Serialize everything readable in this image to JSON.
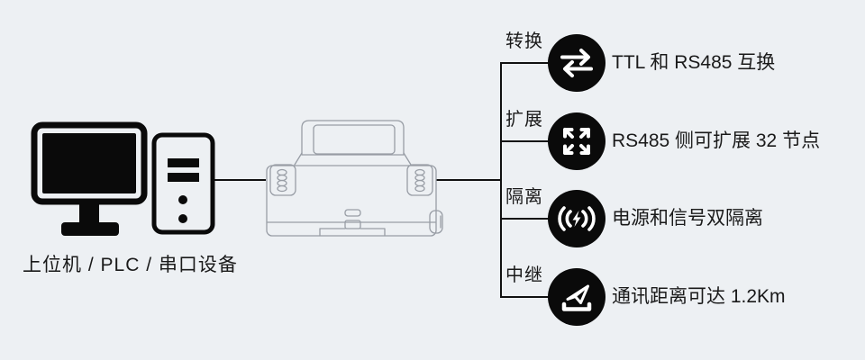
{
  "colors": {
    "background": "#edf0f3",
    "ink": "#1a1a1a",
    "connector_line": "#111111",
    "device_outline": "#989da5",
    "icon_background": "#0a0a0a",
    "icon_foreground": "#ffffff"
  },
  "source": {
    "label": "上位机 / PLC / 串口设备",
    "icon": "desktop-computer-icon"
  },
  "device": {
    "icon": "din-rail-converter-illustration"
  },
  "features": [
    {
      "tag": "转换",
      "icon": "swap-horizontal-icon",
      "text": "TTL 和 RS485 互换"
    },
    {
      "tag": "扩展",
      "icon": "expand-arrows-icon",
      "text": "RS485 侧可扩展 32 节点"
    },
    {
      "tag": "隔离",
      "icon": "isolation-signal-icon",
      "text": "电源和信号双隔离"
    },
    {
      "tag": "中继",
      "icon": "paper-plane-relay-icon",
      "text": "通讯距离可达 1.2Km"
    }
  ]
}
